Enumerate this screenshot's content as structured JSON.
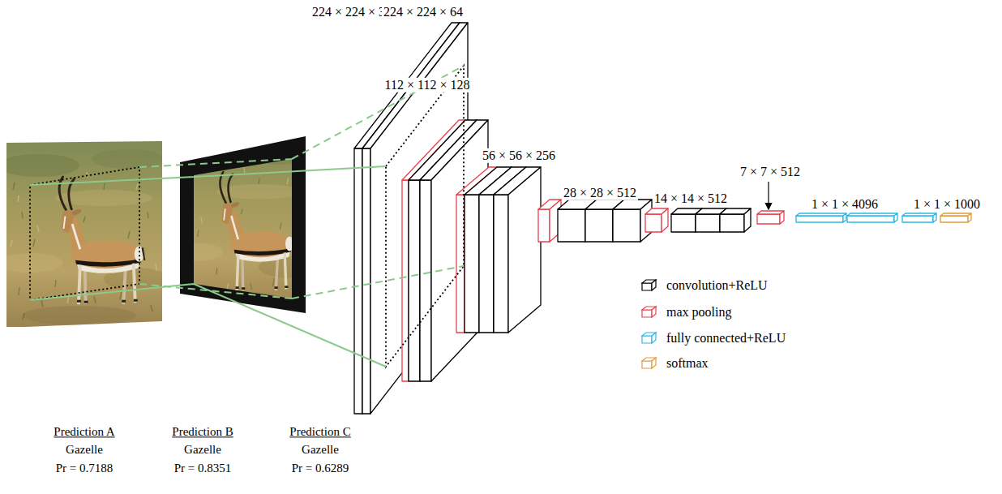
{
  "diagram": {
    "labels": [
      "224 × 224 × 3",
      "224 × 224 × 64",
      "112 × 112 × 128",
      "56 × 56 × 256",
      "28 × 28 × 512",
      "14 × 14 × 512",
      "7 × 7 × 512",
      "1 × 1 × 4096",
      "1 × 1 × 1000",
      "Prediction A",
      "Gazelle",
      "Pr = 0.7188",
      "Prediction B",
      "Gazelle",
      "Pr = 0.8351",
      "Prediction C",
      "Gazelle",
      "Pr = 0.6289"
    ],
    "legend": [
      {
        "text": "convolution+ReLU",
        "color": "#000000"
      },
      {
        "text": "max pooling",
        "color": "#e8414d"
      },
      {
        "text": "fully connected+ReLU",
        "color": "#2fb6e6"
      },
      {
        "text": "softmax",
        "color": "#e39a3b"
      }
    ]
  }
}
